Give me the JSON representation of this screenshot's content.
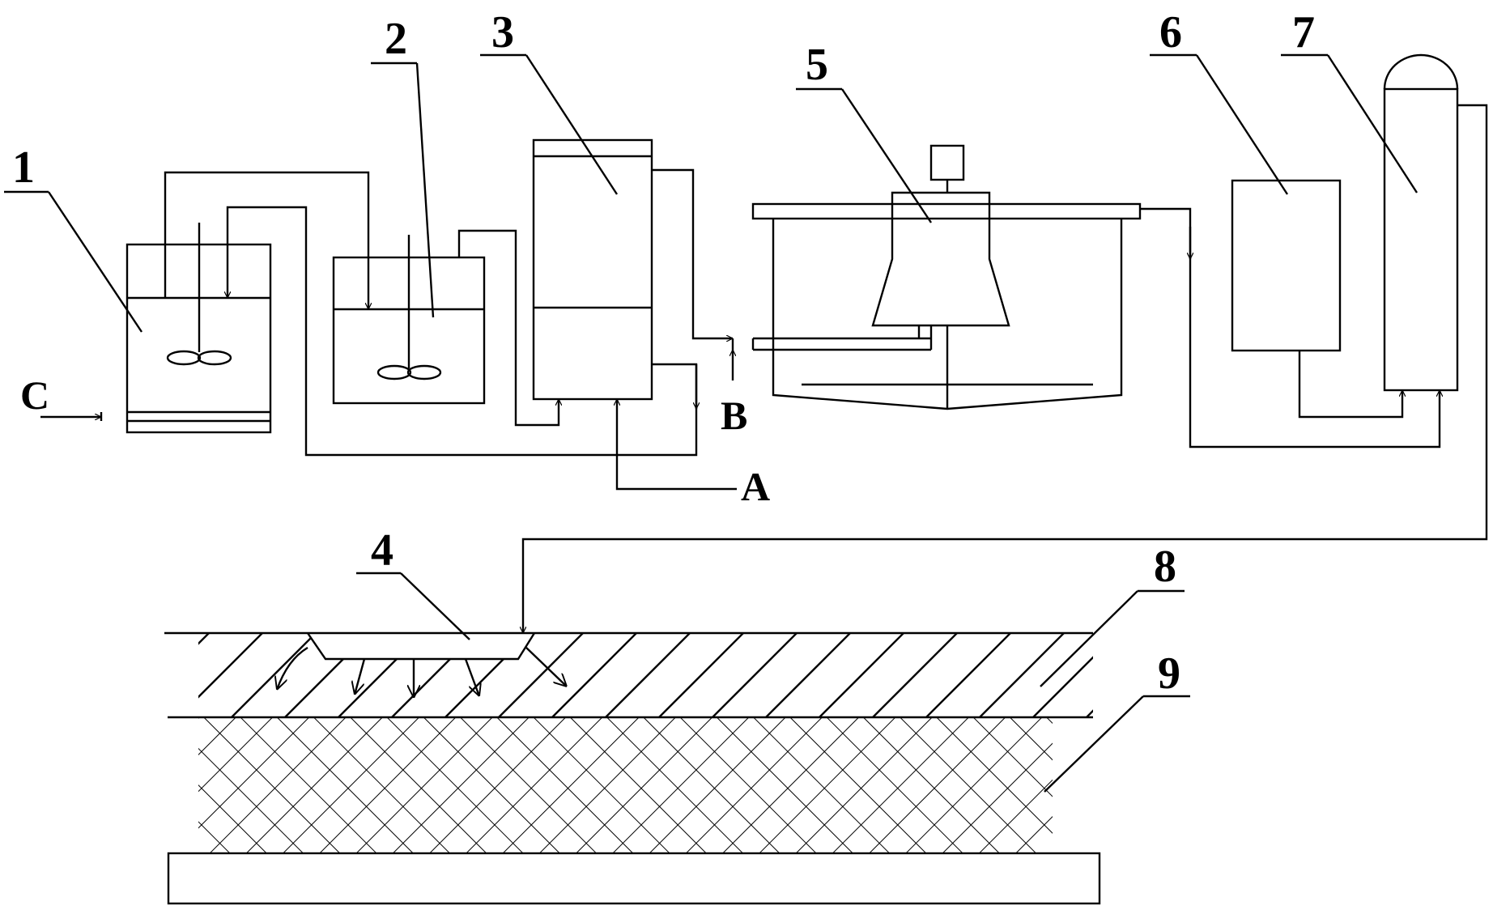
{
  "labels": {
    "n1": "1",
    "n2": "2",
    "n3": "3",
    "n4": "4",
    "n5": "5",
    "n6": "6",
    "n7": "7",
    "n8": "8",
    "n9": "9",
    "a": "A",
    "b": "B",
    "c": "C"
  },
  "colors": {
    "line": "#000000",
    "background": "#ffffff"
  }
}
